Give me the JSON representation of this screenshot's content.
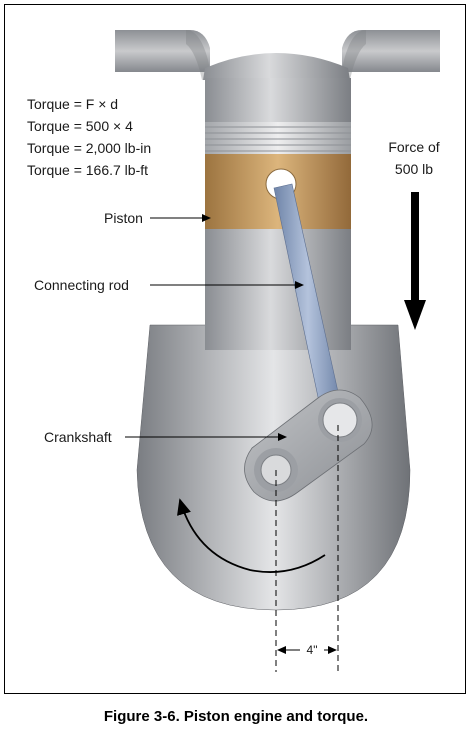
{
  "equations": [
    "Torque = F × d",
    "Torque = 500 × 4",
    "Torque = 2,000 lb-in",
    "Torque = 166.7 lb-ft"
  ],
  "force_label": [
    "Force of",
    "500 lb"
  ],
  "labels": {
    "piston": "Piston",
    "connecting_rod": "Connecting rod",
    "crankshaft": "Crankshaft",
    "distance": "4\""
  },
  "caption": "Figure 3-6. Piston engine and torque.",
  "colors": {
    "metal_light": "#d6d7d9",
    "metal_dark": "#7e8186",
    "piston_bronze": "#c49a5e",
    "rod_blue": "#8fa3c4"
  }
}
